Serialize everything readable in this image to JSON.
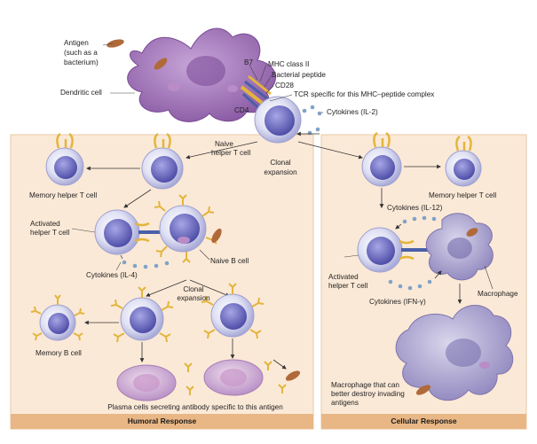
{
  "labels": {
    "antigen": "Antigen",
    "antigen_note_1": "(such as a",
    "antigen_note_2": "bacterium)",
    "dendritic_cell": "Dendritic cell",
    "b7": "B7",
    "mhc_class_ii": "MHC class II",
    "bacterial_peptide": "Bacterial peptide",
    "cd28": "CD28",
    "tcr": "TCR specific for this MHC–peptide complex",
    "cytokines_il2": "Cytokines (IL-2)",
    "cd4": "CD4",
    "naive_helper_1": "Naive",
    "naive_helper_2": "helper T cell",
    "clonal_expansion_top_1": "Clonal",
    "clonal_expansion_top_2": "expansion",
    "memory_helper_left": "Memory helper T cell",
    "memory_helper_right": "Memory helper T cell",
    "activated_helper_left_1": "Activated",
    "activated_helper_left_2": "helper T cell",
    "naive_b_cell": "Naive B cell",
    "cytokines_il4": "Cytokines (IL-4)",
    "clonal_expansion_mid_1": "Clonal",
    "clonal_expansion_mid_2": "expansion",
    "memory_b_cell": "Memory B cell",
    "plasma_cells": "Plasma cells secreting antibody specific to this antigen",
    "cytokines_il12": "Cytokines (IL-12)",
    "activated_helper_right_1": "Activated",
    "activated_helper_right_2": "helper T cell",
    "macrophage": "Macrophage",
    "cytokines_ifn": "Cytokines (IFN-γ)",
    "macrophage_better_1": "Macrophage that can",
    "macrophage_better_2": "better destroy invading",
    "macrophage_better_3": "antigens"
  },
  "panels": {
    "humoral": "Humoral Response",
    "cellular": "Cellular Response"
  },
  "colors": {
    "panel_bg": "#fbe9d7",
    "panel_border": "#e9c9a6",
    "footer_bg": "#e9b786",
    "dendritic": "#9b6fb0",
    "tcell": "#7f7fc6",
    "receptor_gold": "#e3b53c",
    "bacterium": "#b06a3a",
    "cytokine": "#7fa3c7"
  }
}
